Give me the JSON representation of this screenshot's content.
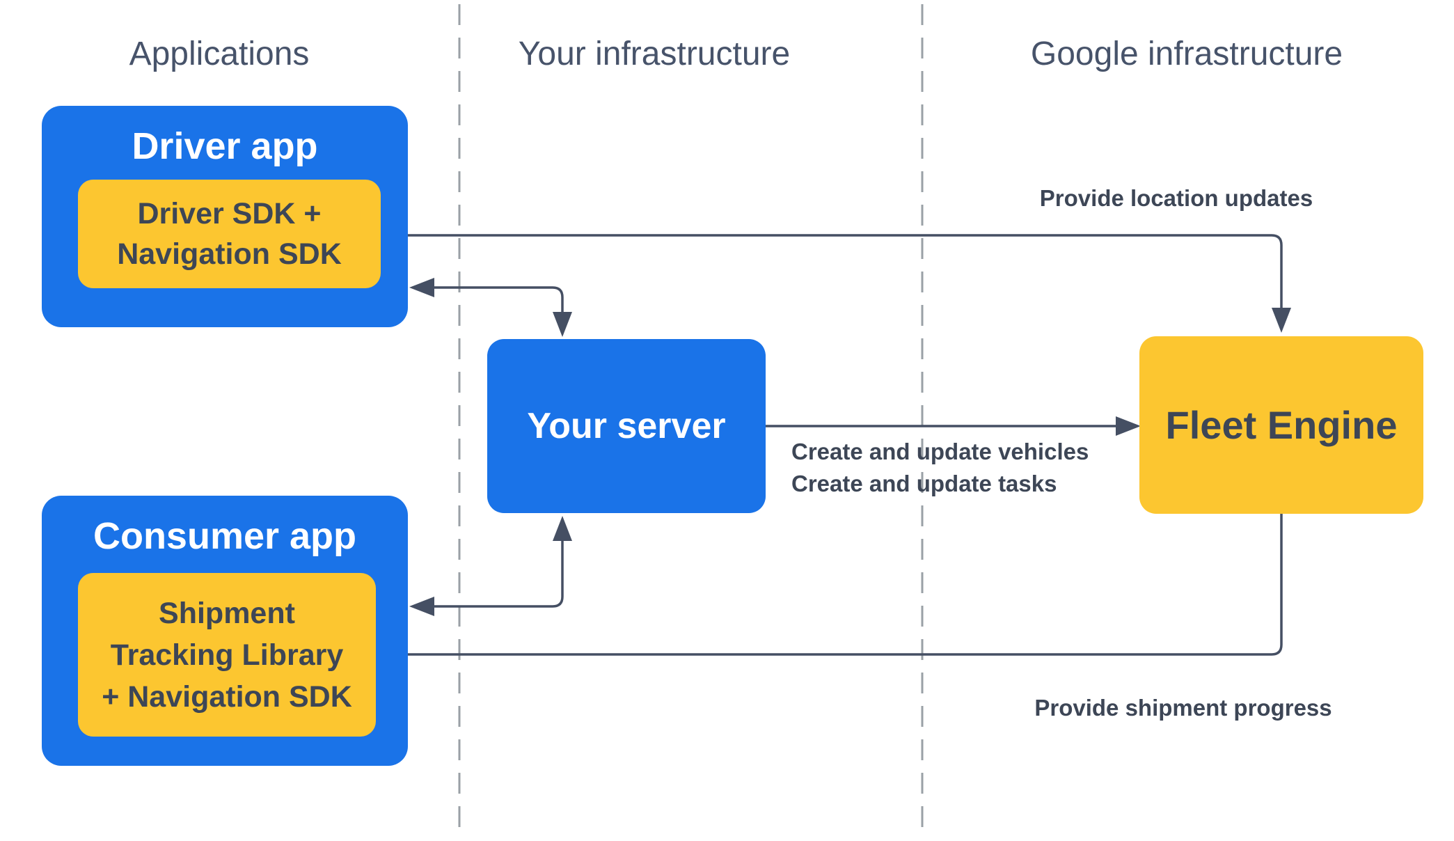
{
  "diagram": {
    "colors": {
      "blue": "#1a73e8",
      "yellow": "#fcc630",
      "line": "#454f63",
      "divider": "#9aa0a6",
      "dark_text": "#3d4656",
      "header_text": "#47536a",
      "white_text": "#ffffff",
      "background": "#ffffff"
    },
    "columns": [
      {
        "label": "Applications"
      },
      {
        "label": "Your infrastructure"
      },
      {
        "label": "Google infrastructure"
      }
    ],
    "nodes": {
      "driver_app": {
        "title": "Driver app",
        "sdk_lines": [
          "Driver SDK +",
          "Navigation SDK"
        ]
      },
      "consumer_app": {
        "title": "Consumer app",
        "sdk_lines": [
          "Shipment",
          "Tracking Library",
          "+ Navigation SDK"
        ]
      },
      "your_server": {
        "title": "Your server"
      },
      "fleet_engine": {
        "title": "Fleet Engine"
      }
    },
    "edge_labels": {
      "location": "Provide location updates",
      "create_update_lines": [
        "Create and update vehicles",
        "Create and update tasks"
      ],
      "shipment": "Provide shipment progress"
    }
  }
}
